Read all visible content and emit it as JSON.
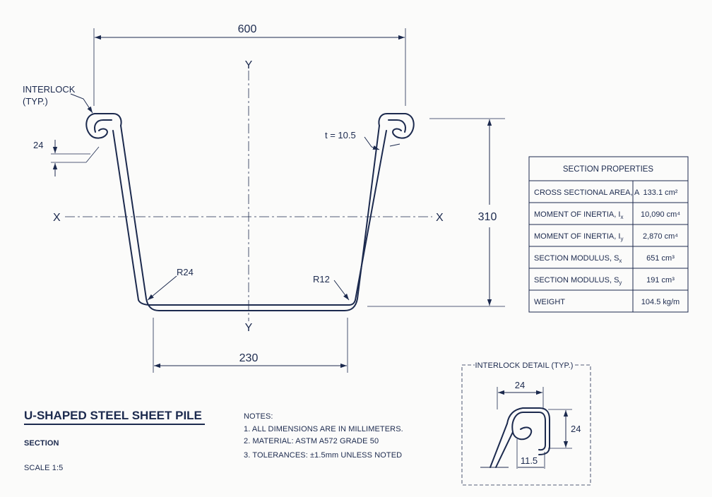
{
  "drawing": {
    "title": "U-SHAPED STEEL SHEET PILE",
    "subtitle": "SECTION",
    "scale": "SCALE 1:5"
  },
  "dimensions": {
    "top_width": "600",
    "bottom_width": "230",
    "height": "310",
    "interlock_gap": "24",
    "thickness": "t = 10.5",
    "radius_left": "R24",
    "radius_right": "R12"
  },
  "axes": {
    "y_top": "Y",
    "y_bottom": "Y",
    "x_left": "X",
    "x_right": "X"
  },
  "callouts": {
    "interlock_line1": "INTERLOCK",
    "interlock_line2": "(TYP.)"
  },
  "notes": {
    "heading": "NOTES:",
    "items": [
      "1. ALL DIMENSIONS ARE IN MILLIMETERS.",
      "2. MATERIAL: ASTM A572 GRADE 50",
      "3. TOLERANCES: ±1.5mm UNLESS NOTED"
    ]
  },
  "section_properties": {
    "heading": "SECTION PROPERTIES",
    "rows": [
      {
        "label": "CROSS SECTIONAL AREA, A",
        "label_sub": "",
        "value": "133.1 cm²"
      },
      {
        "label": "MOMENT OF INERTIA, I",
        "label_sub": "x",
        "value": "10,090 cm⁴"
      },
      {
        "label": "MOMENT OF INERTIA, I",
        "label_sub": "y",
        "value": "2,870 cm⁴"
      },
      {
        "label": "SECTION MODULUS, S",
        "label_sub": "x",
        "value": "651 cm³"
      },
      {
        "label": "SECTION MODULUS, S",
        "label_sub": "y",
        "value": "191 cm³"
      },
      {
        "label": "WEIGHT",
        "label_sub": "",
        "value": "104.5 kg/m"
      }
    ]
  },
  "interlock_detail": {
    "heading": "INTERLOCK DETAIL (TYP.)",
    "width": "24",
    "height": "24",
    "opening": "11.5"
  },
  "colors": {
    "ink": "#1c2a4e",
    "paper": "#fbfbfa"
  }
}
